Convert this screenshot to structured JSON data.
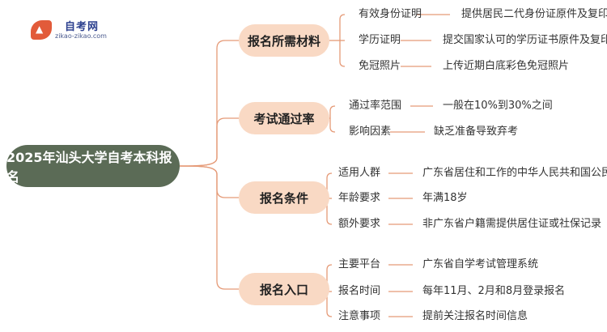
{
  "logo": {
    "title": "自考网",
    "subtitle": "zikao-zikao.com",
    "icon": "graduation-cap-icon"
  },
  "root": {
    "label": "2025年汕头大学自考本科报名"
  },
  "colors": {
    "line": "#e59a77",
    "root_bg": "#5b6b56",
    "branch_bg": "#f9d9c4"
  },
  "branches": [
    {
      "label": "报名所需材料",
      "items": [
        {
          "key": "有效身份证明",
          "value": "提供居民二代身份证原件及复印件"
        },
        {
          "key": "学历证明",
          "value": "提交国家认可的学历证书原件及复印件"
        },
        {
          "key": "免冠照片",
          "value": "上传近期白底彩色免冠照片"
        }
      ]
    },
    {
      "label": "考试通过率",
      "items": [
        {
          "key": "通过率范围",
          "value": "一般在10%到30%之间"
        },
        {
          "key": "影响因素",
          "value": "缺乏准备导致弃考"
        }
      ]
    },
    {
      "label": "报名条件",
      "items": [
        {
          "key": "适用人群",
          "value": "广东省居住和工作的中华人民共和国公民"
        },
        {
          "key": "年龄要求",
          "value": "年满18岁"
        },
        {
          "key": "额外要求",
          "value": "非广东省户籍需提供居住证或社保记录"
        }
      ]
    },
    {
      "label": "报名入口",
      "items": [
        {
          "key": "主要平台",
          "value": "广东省自学考试管理系统"
        },
        {
          "key": "报名时间",
          "value": "每年11月、2月和8月登录报名"
        },
        {
          "key": "注意事项",
          "value": "提前关注报名时间信息"
        }
      ]
    }
  ]
}
